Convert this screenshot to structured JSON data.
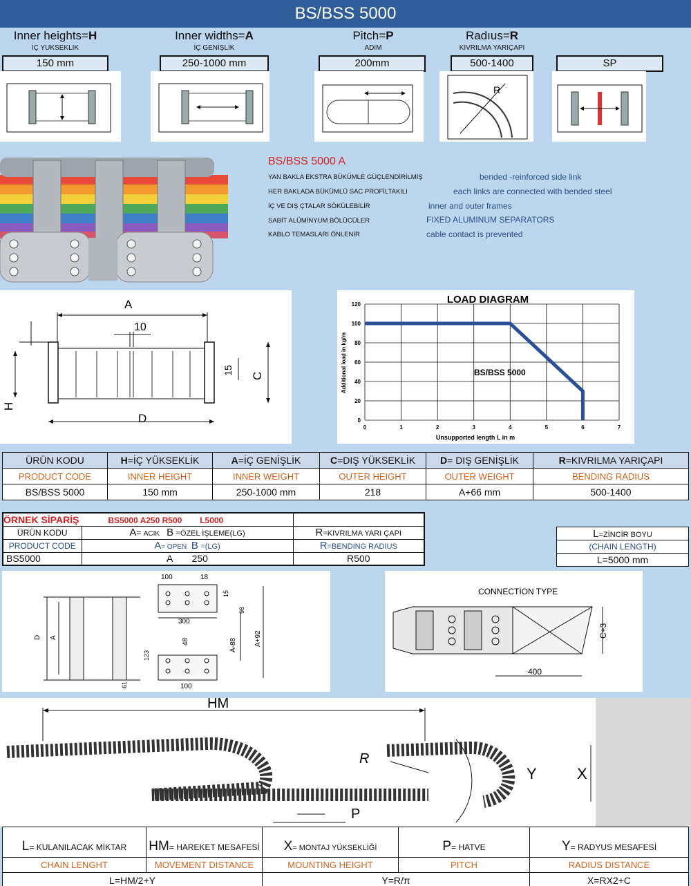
{
  "title": "BS/BSS 5000",
  "params": [
    {
      "label_pre": "Inner heights=",
      "label_key": "H",
      "sub": "İÇ YUKSEKLIK",
      "value": "150 mm"
    },
    {
      "label_pre": "Inner widths=",
      "label_key": "A",
      "sub": "İÇ GENİŞLİK",
      "value": "250-1000 mm"
    },
    {
      "label_pre": "Pitch=",
      "label_key": "P",
      "sub": "ADIM",
      "value": "200mm"
    },
    {
      "label_pre": "Radıus=",
      "label_key": "R",
      "sub": "KIVRILMA YARIÇAPI",
      "value": "500-1400"
    },
    {
      "label_pre": "",
      "label_key": "",
      "sub": "",
      "value": "SP"
    }
  ],
  "radius_letter": "R",
  "features": {
    "title": "BS/BSS 5000 A",
    "tr": [
      "YAN BAKLA EKSTRA BÜKÜMLE GÜÇLENDİRİLMİŞ",
      "HER BAKLADA BÜKÜMLÜ SAC PROFİLTAKILI",
      "İÇ VE DIŞ ÇTALAR SÖKÜLEBİLİR",
      "SABİT ALÜMİNYUM BÖLÜCÜLER",
      "KABLO TEMASLARI ÖNLENİR"
    ],
    "en": [
      "bended -reinforced side link",
      "each links are connected with bended steel",
      "inner and outer frames",
      "FIXED ALUMINUM SEPARATORS",
      "cable contact is prevented"
    ]
  },
  "dims": {
    "A": "A",
    "ten": "10",
    "fifteen": "15",
    "H": "H",
    "C": "C",
    "D": "D"
  },
  "chart_data": {
    "type": "line",
    "title": "LOAD DIAGRAM",
    "xlabel": "Unsupported length L in m",
    "ylabel": "Additional load in kg/m",
    "annotation": "BS/BSS 5000",
    "xlim": [
      0,
      7
    ],
    "ylim": [
      0,
      120
    ],
    "xticks": [
      0,
      1,
      2,
      3,
      4,
      5,
      6,
      7
    ],
    "yticks": [
      0,
      20,
      40,
      60,
      80,
      100,
      120
    ],
    "grid": true,
    "series": [
      {
        "x": [
          0,
          4,
          5,
          6,
          6
        ],
        "y": [
          100,
          100,
          65,
          30,
          0
        ]
      }
    ],
    "color": "#2a4f96"
  },
  "spec": {
    "row1": [
      {
        "pre": "ÜRÜN KODU",
        "key": ""
      },
      {
        "key": "H",
        "pre": "=İÇ YÜKSEKLİK"
      },
      {
        "key": "A",
        "pre": "=İÇ GENİŞLİK"
      },
      {
        "key": "C",
        "pre": "=DIŞ YÜKSEKLİK"
      },
      {
        "key": "D",
        "pre": "= DIŞ GENİŞLİK"
      },
      {
        "key": "R",
        "pre": "=KIVRILMA YARIÇAPI"
      }
    ],
    "row2": [
      "PRODUCT CODE",
      "INNER HEIGHT",
      "INNER WEIGHT",
      "OUTER HEIGHT",
      "OUTER WEIGHT",
      "BENDING RADIUS"
    ],
    "row3": [
      "BS/BSS 5000",
      "150 mm",
      "250-1000 mm",
      "218",
      "A+66 mm",
      "500-1400"
    ]
  },
  "order": {
    "head": "ÖRNEK SİPARİŞ",
    "code": "BS5000 A250 R500",
    "length": "L5000",
    "r1": [
      "ÜRÜN KODU",
      "A",
      "=",
      "ACIK",
      "B",
      "=ÖZEL İŞLEME(LG)",
      "R",
      "=KIVRILMA YARI ÇAPI"
    ],
    "r2": [
      "PRODUCT CODE",
      "A",
      "= OPEN",
      "B",
      "=(LG)",
      "R",
      "=BENDING RADIUS"
    ],
    "r3": [
      "BS5000",
      "A",
      "250",
      "R500"
    ]
  },
  "chain_length": {
    "key": "L",
    "label": "=ZİNCİR BOYU",
    "en": "(CHAIN LENGTH)",
    "value": "L=5000 mm"
  },
  "sep_dims": {
    "d100": "100",
    "d18": "18",
    "d15": "15",
    "d98": "98",
    "d300": "300",
    "dA88": "A-88",
    "dA92": "A+92",
    "d48": "48",
    "d123": "123",
    "d100b": "100",
    "d61": "61",
    "D": "D",
    "A": "A"
  },
  "connection": {
    "title": "CONNECTİON TYPE",
    "c3": "C+3",
    "d400": "400"
  },
  "motion": {
    "HM": "HM",
    "R": "R",
    "Y": "Y",
    "X": "X",
    "P": "P"
  },
  "bottom": {
    "r1": [
      {
        "key": "L",
        "txt": "= KULANILACAK MİKTAR"
      },
      {
        "key": "HM",
        "txt": "= HAREKET MESAFESİ"
      },
      {
        "key": "X",
        "txt": "= MONTAJ YÜKSEKLİĞİ"
      },
      {
        "key": "P",
        "txt": "= HATVE"
      },
      {
        "key": "Y",
        "txt": "= RADYUS MESAFESİ"
      }
    ],
    "r2": [
      "CHAIN LENGHT",
      "MOVEMENT DISTANCE",
      "MOUNTING HEIGHT",
      "PITCH",
      "RADIUS DISTANCE"
    ],
    "r3": [
      "L=HM/2+Y",
      "Y=R/π",
      "X=RX2+C"
    ]
  }
}
